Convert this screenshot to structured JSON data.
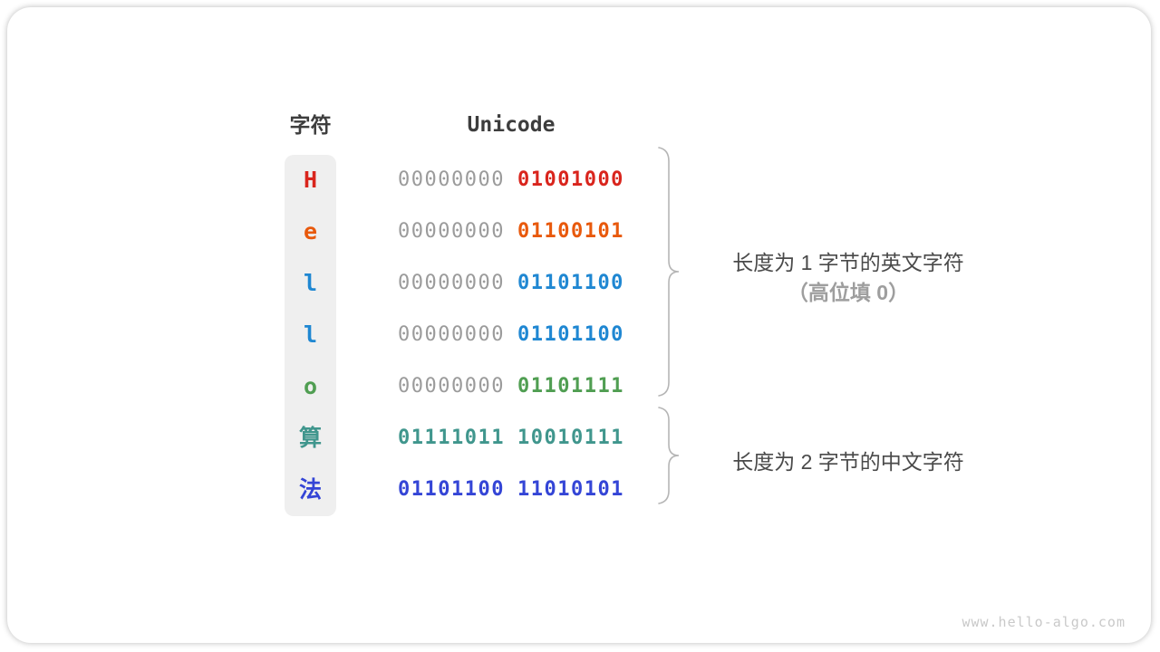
{
  "colors": {
    "card_bg": "#ffffff",
    "column_bg": "#efefef",
    "heading": "#3d3d3d",
    "zero_gray": "#9b9b9b",
    "annotation_primary": "#4a4a4a",
    "annotation_secondary": "#9e9e9e",
    "brace": "#b5b5b5",
    "watermark": "#c9c9c9",
    "red": "#d9251d",
    "orange": "#e8590c",
    "blue": "#1f87d2",
    "green": "#509e52",
    "teal": "#40968d",
    "indigo": "#3445d6"
  },
  "headers": {
    "char": "字符",
    "unicode": "Unicode"
  },
  "rows": [
    {
      "char": "H",
      "char_color": "#d9251d",
      "byte1": "00000000",
      "byte1_color": "#9b9b9b",
      "byte2": "01001000",
      "byte2_color": "#d9251d"
    },
    {
      "char": "e",
      "char_color": "#e8590c",
      "byte1": "00000000",
      "byte1_color": "#9b9b9b",
      "byte2": "01100101",
      "byte2_color": "#e8590c"
    },
    {
      "char": "l",
      "char_color": "#1f87d2",
      "byte1": "00000000",
      "byte1_color": "#9b9b9b",
      "byte2": "01101100",
      "byte2_color": "#1f87d2"
    },
    {
      "char": "l",
      "char_color": "#1f87d2",
      "byte1": "00000000",
      "byte1_color": "#9b9b9b",
      "byte2": "01101100",
      "byte2_color": "#1f87d2"
    },
    {
      "char": "o",
      "char_color": "#509e52",
      "byte1": "00000000",
      "byte1_color": "#9b9b9b",
      "byte2": "01101111",
      "byte2_color": "#509e52"
    },
    {
      "char": "算",
      "char_color": "#40968d",
      "byte1": "01111011",
      "byte1_color": "#40968d",
      "byte2": "10010111",
      "byte2_color": "#40968d"
    },
    {
      "char": "法",
      "char_color": "#3445d6",
      "byte1": "01101100",
      "byte1_color": "#3445d6",
      "byte2": "11010101",
      "byte2_color": "#3445d6"
    }
  ],
  "annotations": {
    "ascii": {
      "line1": "长度为 1 字节的英文字符",
      "line2": "（高位填 0）"
    },
    "chinese": {
      "line1": "长度为 2 字节的中文字符"
    }
  },
  "watermark": "www.hello-algo.com"
}
